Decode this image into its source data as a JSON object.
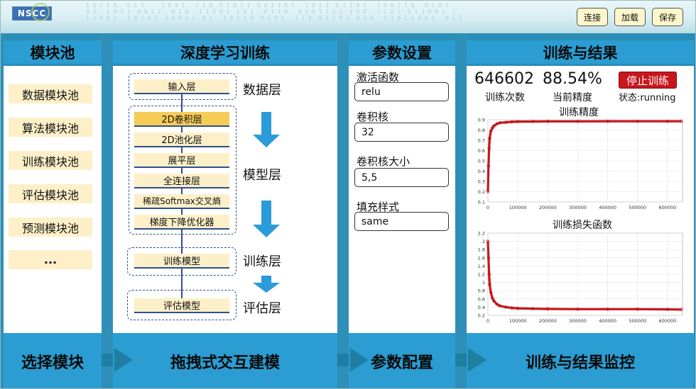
{
  "topbar": {
    "logo": "NSCC",
    "buttons": [
      "连接",
      "加载",
      "保存"
    ]
  },
  "columns": {
    "pool": "模块池",
    "training": "深度学习训练",
    "params": "参数设置",
    "results": "训练与结果"
  },
  "modules": [
    "数据模块池",
    "算法模块池",
    "训练模块池",
    "评估模块池",
    "预测模块池",
    "..."
  ],
  "pipeline": {
    "data_layers": [
      "输入层"
    ],
    "model_layers": [
      "2D卷积层",
      "2D池化层",
      "展平层",
      "全连接层",
      "稀疏Softmax交叉熵",
      "梯度下降优化器"
    ],
    "train_layers": [
      "训练模型"
    ],
    "eval_layers": [
      "评估模型"
    ],
    "group_labels": [
      "数据层",
      "模型层",
      "训练层",
      "评估层"
    ]
  },
  "parameters": [
    {
      "label": "激活函数",
      "value": "relu"
    },
    {
      "label": "卷积核",
      "value": "32"
    },
    {
      "label": "卷积核大小",
      "value": "5,5"
    },
    {
      "label": "填充样式",
      "value": "same"
    }
  ],
  "results": {
    "iterations": "646602",
    "iterations_label": "训练次数",
    "accuracy": "88.54%",
    "accuracy_label": "当前精度",
    "stop_button": "停止训练",
    "status": "状态:running"
  },
  "footer": [
    "选择模块",
    "拖拽式交互建模",
    "参数配置",
    "训练与结果监控"
  ],
  "colors": {
    "accent": "#2b9dd2",
    "module_bg": "#fdf0c8",
    "highlight": "#f5cc56",
    "stop": "#c8161d",
    "series": "#c4161c"
  },
  "chart_data": [
    {
      "type": "scatter",
      "title": "训练精度",
      "xlabel": "",
      "ylabel": "",
      "xlim": [
        0,
        650000
      ],
      "ylim": [
        0.1,
        0.9
      ],
      "x_ticks": [
        "0",
        "100000",
        "200000",
        "300000",
        "400000",
        "500000",
        "600000"
      ],
      "y_ticks": [
        "0.1",
        "0.2",
        "0.3",
        "0.4",
        "0.5",
        "0.6",
        "0.7",
        "0.8",
        "0.9"
      ],
      "series": [
        {
          "x": [
            0,
            2000,
            4000,
            6000,
            10000,
            15000,
            20000,
            30000,
            40000,
            60000,
            80000,
            100000,
            150000,
            200000,
            300000,
            400000,
            500000,
            600000,
            646602
          ],
          "y": [
            0.2,
            0.45,
            0.62,
            0.72,
            0.79,
            0.82,
            0.84,
            0.86,
            0.87,
            0.875,
            0.88,
            0.882,
            0.883,
            0.884,
            0.884,
            0.885,
            0.885,
            0.885,
            0.885
          ]
        }
      ]
    },
    {
      "type": "scatter",
      "title": "训练损失函数",
      "xlabel": "",
      "ylabel": "",
      "xlim": [
        0,
        650000
      ],
      "ylim": [
        0.2,
        2.2
      ],
      "x_ticks": [
        "0",
        "100000",
        "200000",
        "300000",
        "400000",
        "500000",
        "600000"
      ],
      "y_ticks": [
        "0.2",
        "0.4",
        "0.6",
        "0.8",
        "1",
        "1.2",
        "1.4",
        "1.6",
        "1.8",
        "2",
        "2.2"
      ],
      "series": [
        {
          "x": [
            0,
            2000,
            4000,
            6000,
            10000,
            15000,
            20000,
            30000,
            40000,
            60000,
            80000,
            100000,
            150000,
            200000,
            300000,
            400000,
            500000,
            600000,
            646602
          ],
          "y": [
            2.0,
            1.6,
            1.2,
            0.95,
            0.75,
            0.62,
            0.55,
            0.47,
            0.43,
            0.4,
            0.38,
            0.37,
            0.36,
            0.355,
            0.35,
            0.35,
            0.35,
            0.345,
            0.34
          ]
        }
      ]
    }
  ]
}
